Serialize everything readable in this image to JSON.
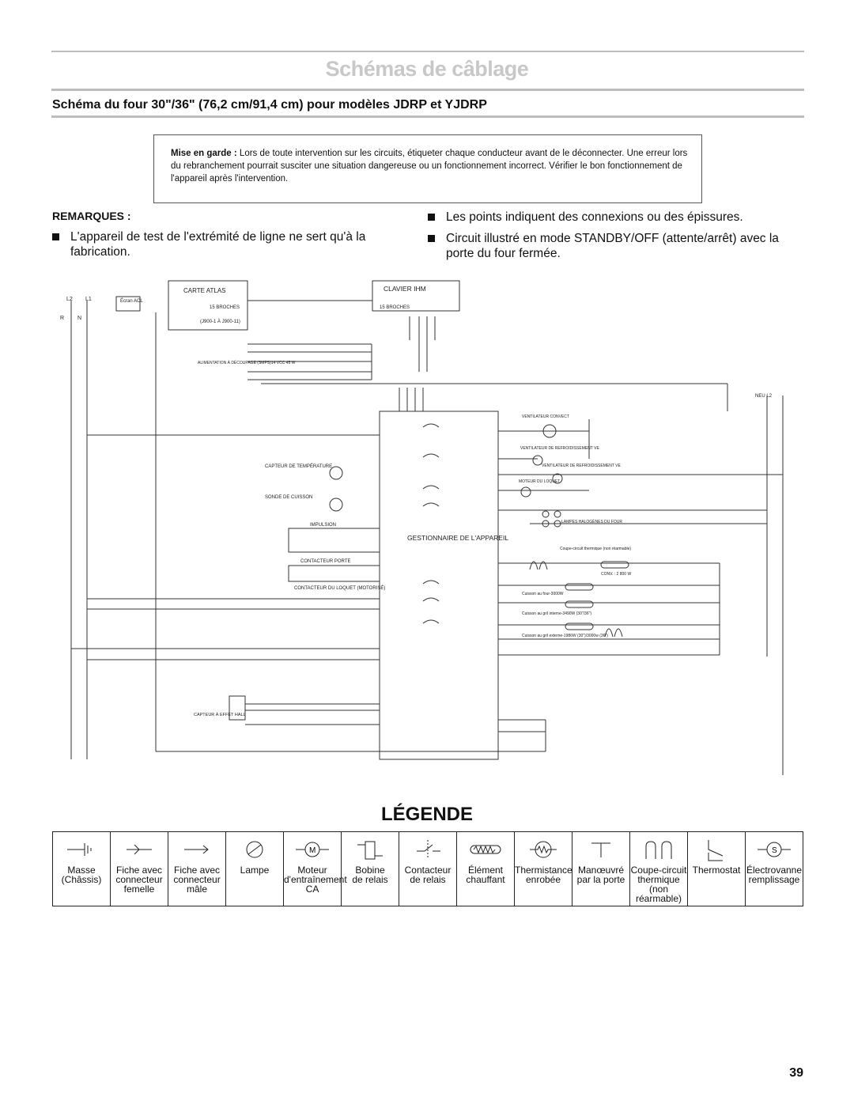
{
  "header": {
    "title": "Schémas de câblage",
    "subtitle": "Schéma du four 30\"/36\" (76,2 cm/91,4 cm) pour modèles JDRP et YJDRP"
  },
  "warning": {
    "label": "Mise en garde :",
    "text": "Lors de toute intervention sur les circuits, étiqueter chaque conducteur avant de le déconnecter. Une erreur lors du rebranchement pourrait susciter une situation dangereuse ou un fonctionnement incorrect. Vérifier le bon fonctionnement de l'appareil après l'intervention."
  },
  "remarks": {
    "heading": "REMARQUES :",
    "items": [
      "L'appareil de test de l'extrémité de ligne ne sert qu'à la fabrication.",
      "Les points indiquent des connexions ou des épissures.",
      "Circuit illustré en mode STANDBY/OFF (attente/arrêt) avec la porte du four fermée."
    ]
  },
  "diagram": {
    "carte_atlas": "CARTE ATLAS",
    "clavier": "CLAVIER IHM",
    "broches_1": "15 BROCHES",
    "broches_2": "15 BROCHES",
    "j900": "(J900-1 À J900-11)",
    "ecran": "Écran ACL",
    "gestionnaire": "GESTIONNAIRE DE L'APPAREIL",
    "capteur_temp": "CAPTEUR DE TEMPÉRATURE",
    "sonde": "SONDE DE CUISSON",
    "impulsion": "IMPULSION",
    "contacteur_porte": "CONTACTEUR PORTE",
    "contacteur_loquet": "CONTACTEUR DU LOQUET (MOTORISÉ)",
    "alimentation": "ALIMENTATION À DÉCOUPAGE (SMPS)14 VCC 45 W",
    "capteur_hall": "CAPTEUR À EFFET HALL",
    "vent_convect": "VENTILATEUR CONVECT",
    "vent_refroid_1": "VENTILATEUR DE REFROIDISSEMENT VE",
    "vent_refroid_2": "VENTILATEUR DE REFROIDISSEMENT VE",
    "moteur_loquet": "MOTEUR DU LOQUET",
    "lampes": "LAMPES HALOGÈNES DU FOUR",
    "coupe_circuit": "Coupe-circuit thermique (non réarmable)",
    "conv": "CONV. : 2 800 W",
    "cuisson_four": "Cuisson au four-3000W",
    "cuisson_gril_int": "Cuisson au gril interne-3490W (30\"/36\")",
    "cuisson_gril_ext": "Cuisson au gril externe-1986W (30\")/3000w (36\")",
    "neu": "NEU L2"
  },
  "legend": {
    "title": "LÉGENDE",
    "items": [
      {
        "label": "Masse\n(Châssis)",
        "icon": "ground-icon"
      },
      {
        "label": "Fiche avec\nconnecteur\nfemelle",
        "icon": "female-connector-icon"
      },
      {
        "label": "Fiche avec\nconnecteur\nmâle",
        "icon": "male-connector-icon"
      },
      {
        "label": "Lampe",
        "icon": "lamp-icon"
      },
      {
        "label": "Moteur\nd'entraînement\nCA",
        "icon": "motor-icon"
      },
      {
        "label": "Bobine\nde relais",
        "icon": "relay-coil-icon"
      },
      {
        "label": "Contacteur\nde relais",
        "icon": "relay-contact-icon"
      },
      {
        "label": "Élément\nchauffant",
        "icon": "heating-element-icon"
      },
      {
        "label": "Thermistance\nenrobée",
        "icon": "thermistor-icon"
      },
      {
        "label": "Manœuvré\npar la porte",
        "icon": "door-switch-icon"
      },
      {
        "label": "Coupe-circuit\nthermique\n(non réarmable)",
        "icon": "thermal-fuse-icon"
      },
      {
        "label": "Thermostat",
        "icon": "thermostat-icon"
      },
      {
        "label": "Électrovanne\nremplissage",
        "icon": "solenoid-valve-icon"
      }
    ]
  },
  "page_number": "39"
}
